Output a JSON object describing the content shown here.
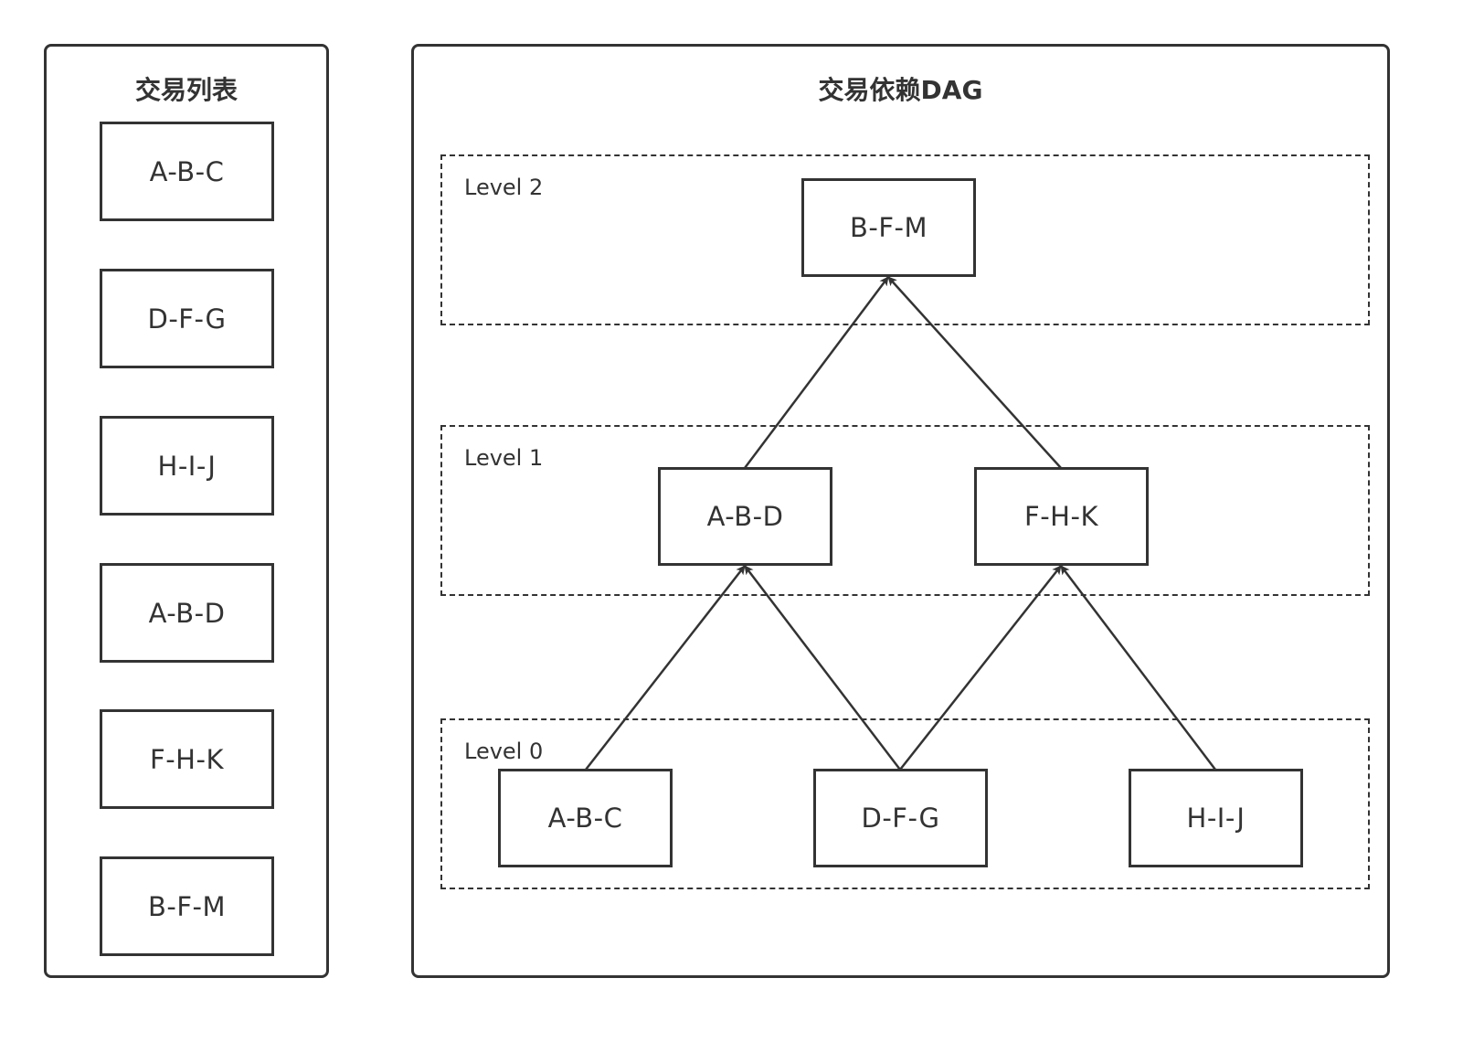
{
  "left_panel": {
    "title": "交易列表",
    "items": [
      "A-B-C",
      "D-F-G",
      "H-I-J",
      "A-B-D",
      "F-H-K",
      "B-F-M"
    ]
  },
  "right_panel": {
    "title": "交易依赖DAG",
    "levels": [
      {
        "label": "Level 2",
        "nodes": [
          "B-F-M"
        ]
      },
      {
        "label": "Level 1",
        "nodes": [
          "A-B-D",
          "F-H-K"
        ]
      },
      {
        "label": "Level 0",
        "nodes": [
          "A-B-C",
          "D-F-G",
          "H-I-J"
        ]
      }
    ],
    "edges": [
      {
        "from": "A-B-C",
        "to": "A-B-D"
      },
      {
        "from": "D-F-G",
        "to": "A-B-D"
      },
      {
        "from": "D-F-G",
        "to": "F-H-K"
      },
      {
        "from": "H-I-J",
        "to": "F-H-K"
      },
      {
        "from": "A-B-D",
        "to": "B-F-M"
      },
      {
        "from": "F-H-K",
        "to": "B-F-M"
      }
    ]
  }
}
